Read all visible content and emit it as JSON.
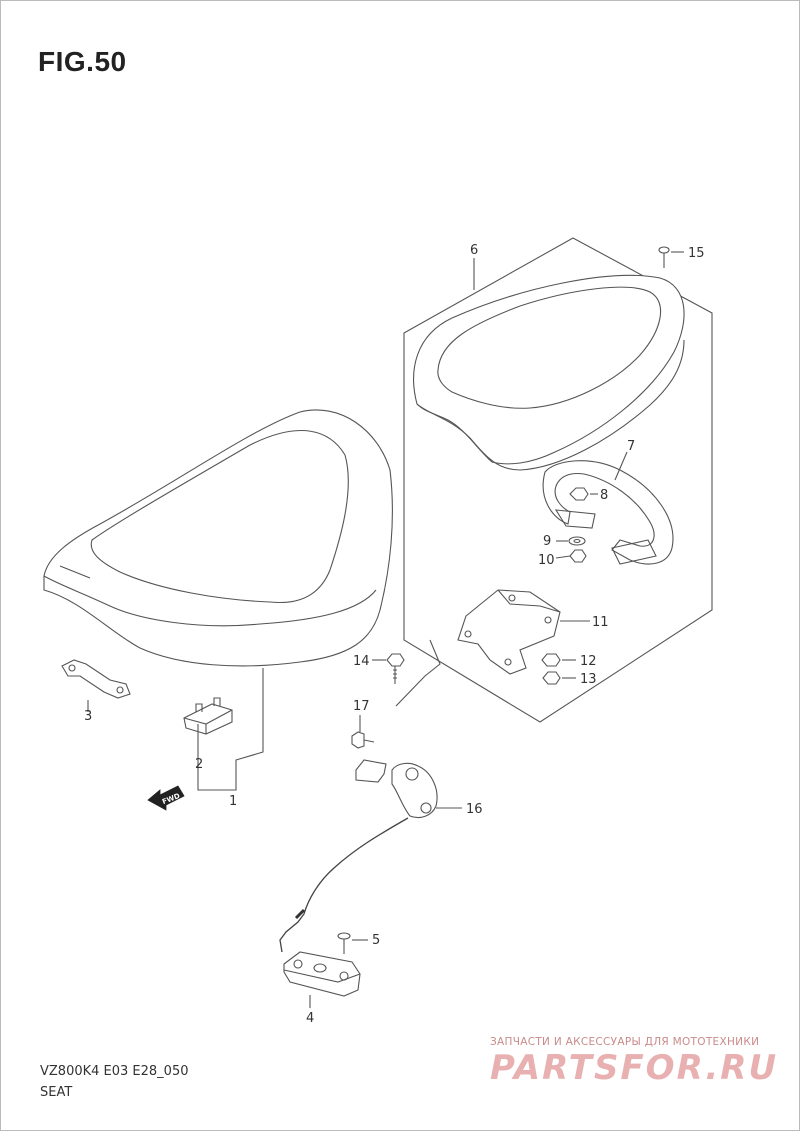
{
  "figure": {
    "title": "FIG.50",
    "model_code": "VZ800K4 E03 E28_050",
    "section": "SEAT"
  },
  "callouts": [
    "1",
    "2",
    "3",
    "4",
    "5",
    "6",
    "7",
    "8",
    "9",
    "10",
    "11",
    "12",
    "13",
    "14",
    "15",
    "16",
    "17"
  ],
  "badges": {
    "fwd": "FWD"
  },
  "watermark": {
    "tagline": "ЗАПЧАСТИ И АКСЕССУАРЫ ДЛЯ МОТОТЕХНИКИ",
    "brand": "PARTSFOR.RU"
  },
  "colors": {
    "line": "#555555",
    "watermark": "#e8b0b0"
  }
}
